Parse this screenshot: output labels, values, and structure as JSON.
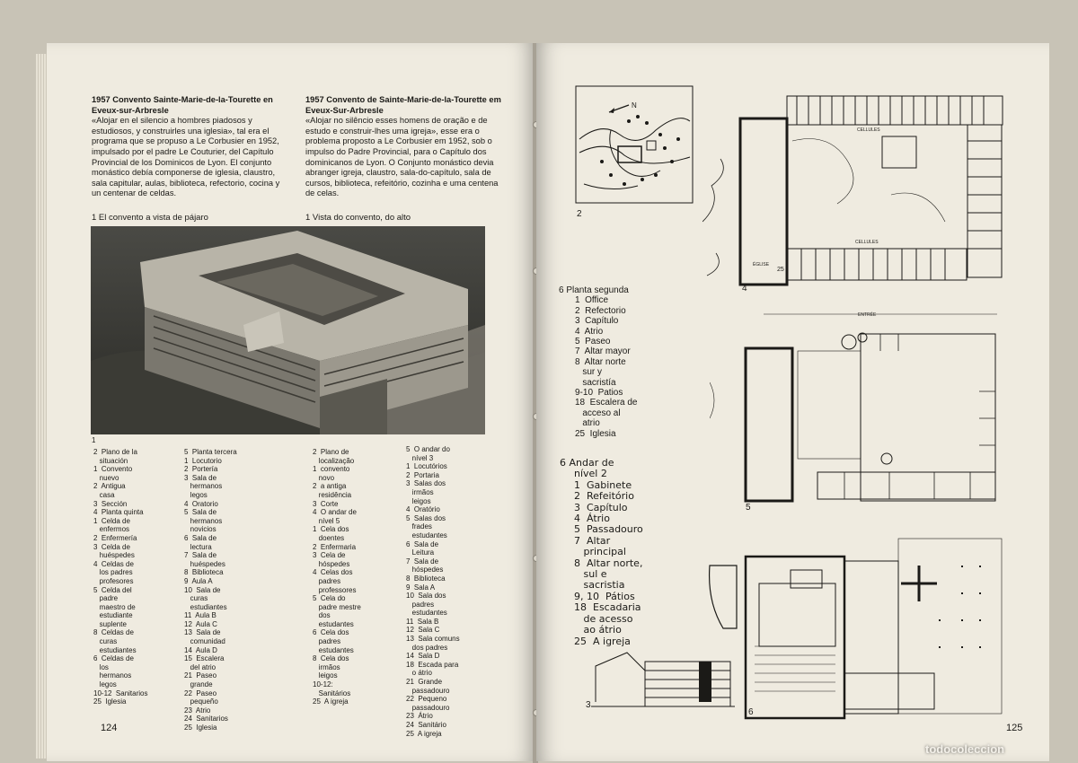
{
  "left": {
    "es_heading": "1957  Convento Sainte-Marie-de-la-Tourette en Eveux-sur-Arbresle",
    "es_body": "«Alojar en el silencio a hombres piadosos y estudiosos, y construirles una iglesia», tal era el programa que se propuso a Le Corbusier en 1952, impulsado por el padre Le Couturier, del Capítulo Provincial de los Dominicos de Lyon. El conjunto monástico debía componerse de iglesia, claustro, sala capitular, aulas, biblioteca, refectorio, cocina y un centenar de celdas.",
    "es_caption": "1   El convento a vista de pájaro",
    "pt_heading": "1957  Convento de Sainte-Marie-de-la-Tourette em Eveux-Sur-Arbresle",
    "pt_body": "«Alojar no silêncio esses homens de oração e de estudo e construir-lhes uma igreja», esse era o problema proposto a Le Corbusier em 1952, sob o impulso do Padre Provincial, para o Capítulo dos dominicanos de Lyon. O Conjunto monástico devia abranger igreja, claustro, sala-do-capítulo, sala de cursos, biblioteca, refeitório, cozinha e uma centena de celas.",
    "pt_caption": "1   Vista do convento, do alto",
    "photo_label": "1",
    "page_number": "124",
    "legend_es_a": [
      "2  Plano de la",
      "   situación",
      "1  Convento",
      "   nuevo",
      "2  Antigua",
      "   casa",
      "3  Sección",
      "4  Planta quinta",
      "1  Celda de",
      "   enfermos",
      "2  Enfermería",
      "3  Celda de",
      "   huéspedes",
      "4  Celdas de",
      "   los padres",
      "   profesores",
      "5  Celda del",
      "   padre",
      "   maestro de",
      "   estudiante",
      "   suplente",
      "8  Celdas de",
      "   curas",
      "   estudiantes",
      "6  Celdas de",
      "   los",
      "   hermanos",
      "   legos",
      "10-12  Sanitarios",
      "25  Iglesia"
    ],
    "legend_es_b": [
      "5  Planta tercera",
      "1  Locutorio",
      "2  Portería",
      "3  Sala de",
      "   hermanos",
      "   legos",
      "4  Oratorio",
      "5  Sala de",
      "   hermanos",
      "   novicios",
      "6  Sala de",
      "   lectura",
      "7  Sala de",
      "   huéspedes",
      "8  Biblioteca",
      "9  Aula A",
      "10  Sala de",
      "   curas",
      "   estudiantes",
      "11  Aula B",
      "12  Aula C",
      "13  Sala de",
      "   comunidad",
      "14  Aula D",
      "15  Escalera",
      "   del atrio",
      "21  Paseo",
      "   grande",
      "22  Paseo",
      "   pequeño",
      "23  Atrio",
      "24  Sanitarios",
      "25  Iglesia"
    ],
    "legend_pt_a": [
      "2  Plano de",
      "   localização",
      "1  convento",
      "   novo",
      "2  a antiga",
      "   residência",
      "3  Corte",
      "4  O andar de",
      "   nível 5",
      "1  Cela dos",
      "   doentes",
      "2  Enfermaria",
      "3  Cela de",
      "   hóspedes",
      "4  Celas dos",
      "   padres",
      "   professores",
      "5  Cela do",
      "   padre mestre",
      "   dos",
      "   estudantes",
      "6  Cela dos",
      "   padres",
      "   estudantes",
      "8  Cela dos",
      "   irmãos",
      "   leigos",
      "10-12:",
      "   Sanitários",
      "25  A igreja"
    ],
    "legend_pt_b": [
      "5  O andar do",
      "   nível 3",
      "1  Locutórios",
      "2  Portaria",
      "3  Salas dos",
      "   irmãos",
      "   leigos",
      "4  Oratório",
      "5  Salas dos",
      "   frades",
      "   estudantes",
      "6  Sala de",
      "   Leitura",
      "7  Sala de",
      "   hóspedes",
      "8  Biblioteca",
      "9  Sala A",
      "10  Sala dos",
      "   padres",
      "   estudantes",
      "11  Sala B",
      "12  Sala C",
      "13  Sala comuns",
      "   dos padres",
      "14  Sala D",
      "18  Escada para",
      "   o átrio",
      "21  Grande",
      "   passadouro",
      "22  Pequeno",
      "   passadouro",
      "23  Átrio",
      "24  Sanitário",
      "25  A igreja"
    ]
  },
  "right": {
    "page_number": "125",
    "list_es_title": "6  Planta segunda",
    "list_es": [
      "1  Office",
      "2  Refectorio",
      "3  Capítulo",
      "4  Atrio",
      "5  Paseo",
      "7  Altar mayor",
      "8  Altar norte",
      "   sur y",
      "   sacristía",
      "9-10  Patios",
      "18  Escalera de",
      "   acceso al",
      "   atrio",
      "25  Iglesia"
    ],
    "list_pt_title": "6  Andar de",
    "list_pt": [
      "nível 2",
      "1  Gabinete",
      "2  Refeitório",
      "3  Capítulo",
      "4  Átrio",
      "5  Passadouro",
      "7  Altar",
      "   principal",
      "8  Altar norte,",
      "   sul e",
      "   sacristia",
      "9, 10  Pátios",
      "18  Escadaria",
      "   de acesso",
      "   ao átrio",
      "25  A igreja"
    ],
    "fig_labels": {
      "f2": "2",
      "f3": "3",
      "f4": "4",
      "f5": "5",
      "f6": "6",
      "north": "N",
      "entree": "ENTRÉE",
      "cellules": "CELLULES",
      "eglise": "ÉGLISE",
      "n25": "25"
    }
  },
  "watermark": "todocoleccion",
  "colors": {
    "paper": "#efebe0",
    "ink": "#1b1a17",
    "background": "#c8c3b6"
  }
}
